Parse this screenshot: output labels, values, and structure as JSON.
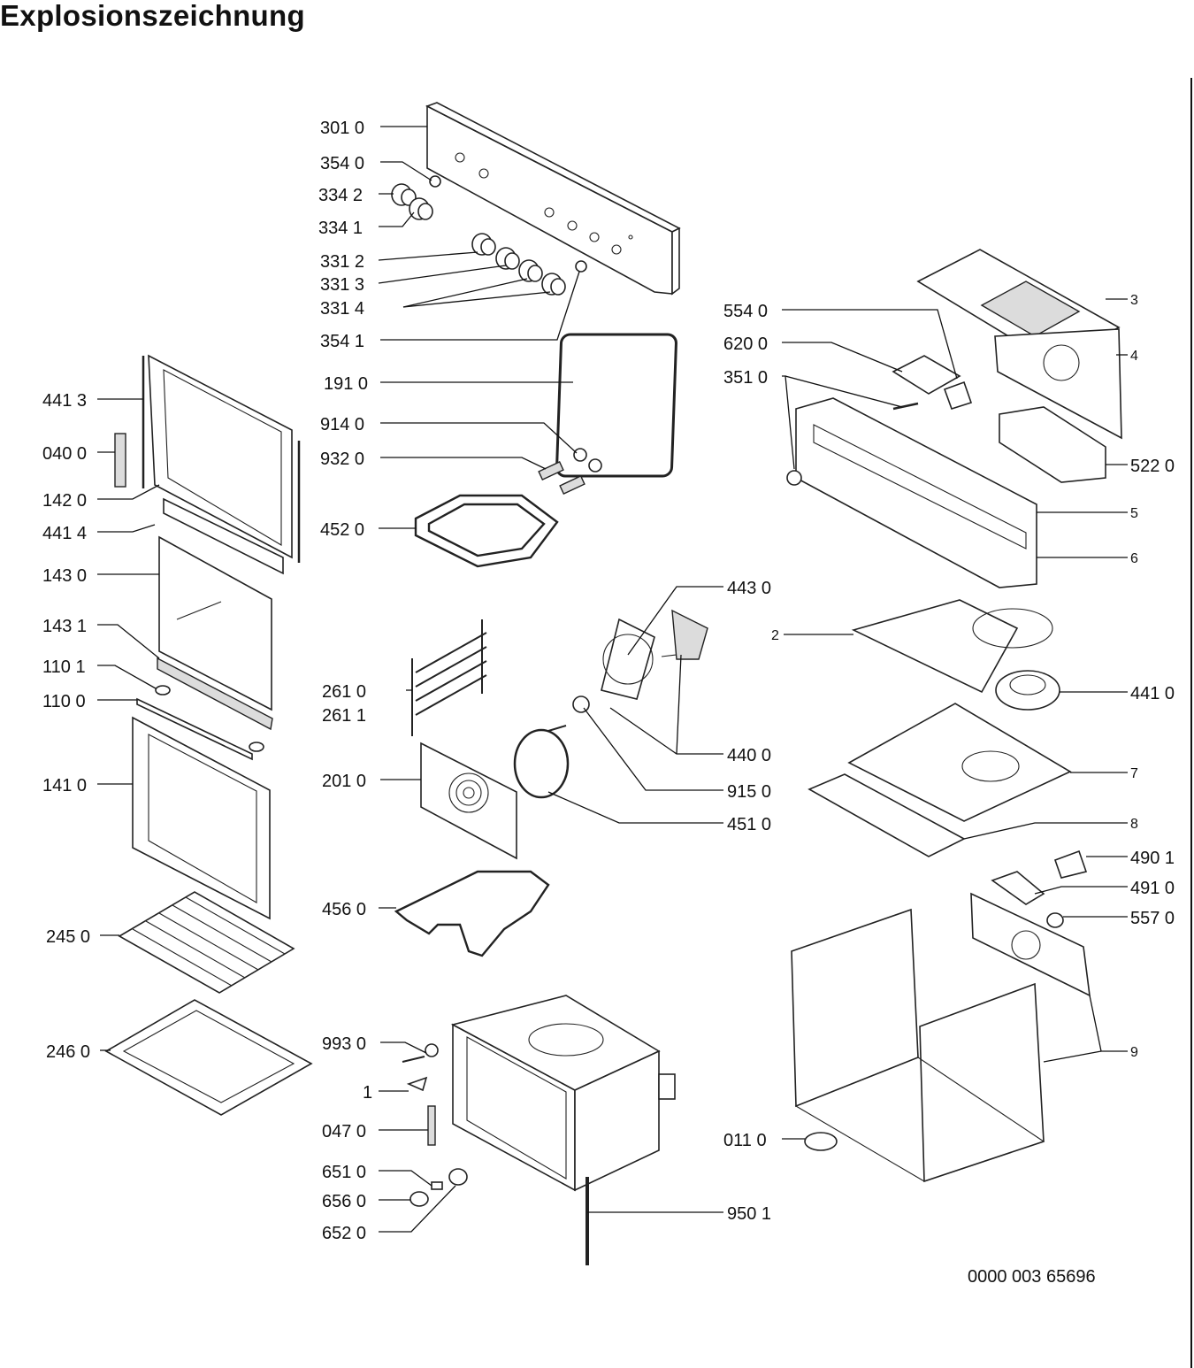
{
  "title": "Explosionszeichnung",
  "document_number": "0000 003 65696",
  "parts": [
    {
      "id": "p3010",
      "label": "301 0"
    },
    {
      "id": "p3540",
      "label": "354 0"
    },
    {
      "id": "p3342",
      "label": "334 2"
    },
    {
      "id": "p3341",
      "label": "334 1"
    },
    {
      "id": "p3312",
      "label": "331 2"
    },
    {
      "id": "p3313",
      "label": "331 3"
    },
    {
      "id": "p3314",
      "label": "331 4"
    },
    {
      "id": "p3541",
      "label": "354 1"
    },
    {
      "id": "p1910",
      "label": "191 0"
    },
    {
      "id": "p9140",
      "label": "914 0"
    },
    {
      "id": "p9320",
      "label": "932 0"
    },
    {
      "id": "p4520",
      "label": "452 0"
    },
    {
      "id": "p4413",
      "label": "441 3"
    },
    {
      "id": "p0400",
      "label": "040 0"
    },
    {
      "id": "p1420",
      "label": "142 0"
    },
    {
      "id": "p4414",
      "label": "441 4"
    },
    {
      "id": "p1430",
      "label": "143 0"
    },
    {
      "id": "p1431",
      "label": "143 1"
    },
    {
      "id": "p1101",
      "label": "110 1"
    },
    {
      "id": "p1100",
      "label": "110 0"
    },
    {
      "id": "p1410",
      "label": "141 0"
    },
    {
      "id": "p2450",
      "label": "245 0"
    },
    {
      "id": "p2460",
      "label": "246 0"
    },
    {
      "id": "p5540",
      "label": "554 0"
    },
    {
      "id": "p6200",
      "label": "620 0"
    },
    {
      "id": "p3510",
      "label": "351 0"
    },
    {
      "id": "p3",
      "label": "3"
    },
    {
      "id": "p4",
      "label": "4"
    },
    {
      "id": "p5220",
      "label": "522 0"
    },
    {
      "id": "p5",
      "label": "5"
    },
    {
      "id": "p6",
      "label": "6"
    },
    {
      "id": "p4430",
      "label": "443 0"
    },
    {
      "id": "p2",
      "label": "2"
    },
    {
      "id": "p4410",
      "label": "441 0"
    },
    {
      "id": "p2610",
      "label": "261 0"
    },
    {
      "id": "p2611",
      "label": "261 1"
    },
    {
      "id": "p4400",
      "label": "440 0"
    },
    {
      "id": "p2010",
      "label": "201 0"
    },
    {
      "id": "p9150",
      "label": "915 0"
    },
    {
      "id": "p7",
      "label": "7"
    },
    {
      "id": "p4510",
      "label": "451 0"
    },
    {
      "id": "p8",
      "label": "8"
    },
    {
      "id": "p4560",
      "label": "456 0"
    },
    {
      "id": "p4901",
      "label": "490 1"
    },
    {
      "id": "p4910",
      "label": "491 0"
    },
    {
      "id": "p5570",
      "label": "557 0"
    },
    {
      "id": "p9930",
      "label": "993 0"
    },
    {
      "id": "p1",
      "label": "1"
    },
    {
      "id": "p9",
      "label": "9"
    },
    {
      "id": "p0470",
      "label": "047 0"
    },
    {
      "id": "p0110",
      "label": "011 0"
    },
    {
      "id": "p6510",
      "label": "651 0"
    },
    {
      "id": "p6560",
      "label": "656 0"
    },
    {
      "id": "p9501",
      "label": "950 1"
    },
    {
      "id": "p6520",
      "label": "652 0"
    }
  ]
}
